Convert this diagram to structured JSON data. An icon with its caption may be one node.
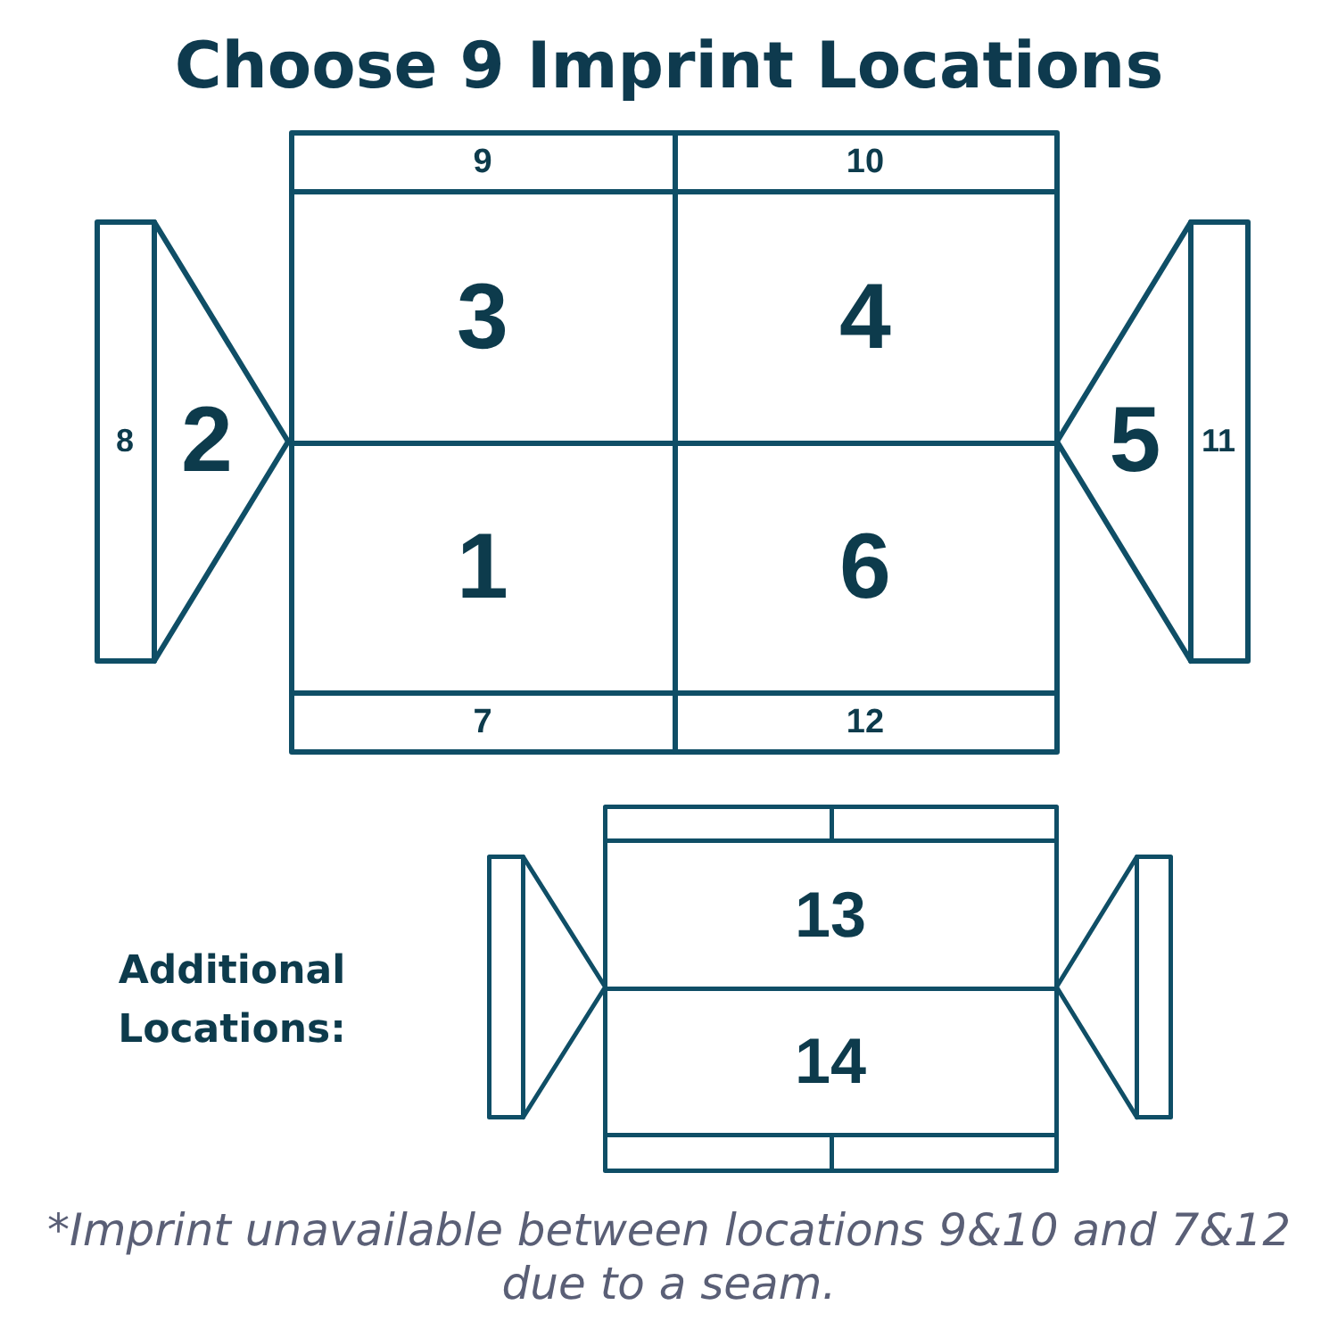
{
  "diagram": {
    "title": "Choose 9 Imprint Locations",
    "caption": "*Imprint unavailable between locations 9&10 and 7&12 due to a seam.",
    "nodes": [
      {
        "text": [
          "9"
        ]
      },
      {
        "text": [
          "10"
        ]
      },
      {
        "text": [
          "8"
        ]
      },
      {
        "text": [
          "2"
        ]
      },
      {
        "text": [
          "3"
        ]
      },
      {
        "text": [
          "4"
        ]
      },
      {
        "text": [
          "5"
        ]
      },
      {
        "text": [
          "11"
        ]
      },
      {
        "text": [
          "1"
        ]
      },
      {
        "text": [
          "6"
        ]
      },
      {
        "text": [
          "7"
        ]
      },
      {
        "text": [
          "12"
        ]
      },
      {
        "text": [],
        "shape": "box"
      },
      {
        "text": [],
        "shape": "box"
      },
      {
        "text": [],
        "shape": "box"
      },
      {
        "text": [],
        "shape": "triangle"
      },
      {
        "text": [
          "13"
        ]
      },
      {
        "text": [
          "14"
        ]
      },
      {
        "text": [],
        "shape": "triangle"
      },
      {
        "text": [],
        "shape": "box"
      },
      {
        "text": [],
        "shape": "box"
      },
      {
        "text": [],
        "shape": "box"
      }
    ],
    "labels": [
      "Additional Locations:"
    ]
  }
}
